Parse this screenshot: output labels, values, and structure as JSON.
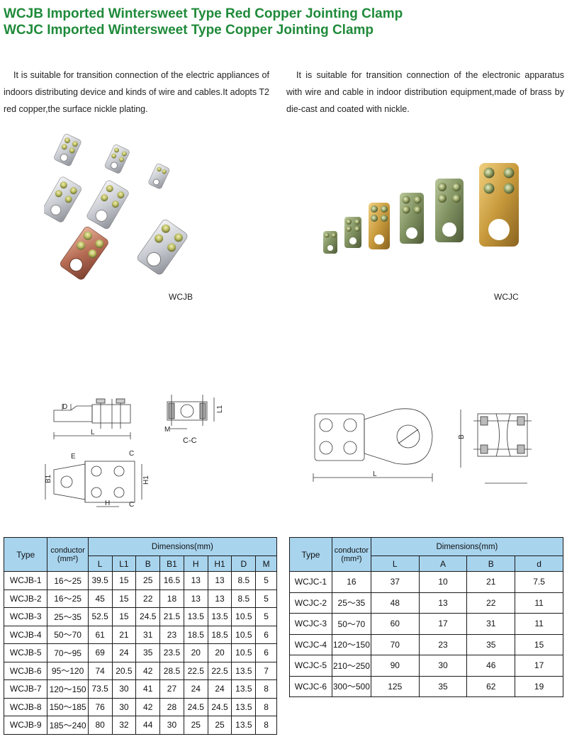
{
  "titles": [
    "WCJB Imported Wintersweet Type Red Copper Jointing Clamp",
    "WCJC Imported Wintersweet Type Copper Jointing Clamp"
  ],
  "wcjb_description": "It is suitable for transition connection of the electric appliances of indoors distributing device and kinds of wire and cables.It adopts T2 red copper,the surface nickle plating.",
  "wcjc_description": "It is suitable for transition connection of the electronic apparatus with wire and cable in indoor distribution equipment,made of brass by die-cast and coated with nickle.",
  "wcjb_caption": "WCJB",
  "wcjc_caption": "WCJC",
  "drawing_labels": {
    "D": "D",
    "L": "L",
    "L1": "L1",
    "M": "M",
    "CC": "C-C",
    "E": "E",
    "C": "C",
    "B1": "B1",
    "H1": "H1",
    "H": "H",
    "B": "B"
  },
  "wcjb_table": {
    "type_header": "Type",
    "conductor_header": "conductor",
    "conductor_unit": "(mm²)",
    "dimensions_header": "Dimensions(mm)",
    "columns": [
      "L",
      "L1",
      "B",
      "B1",
      "H",
      "H1",
      "D",
      "M"
    ],
    "rows": [
      [
        "WCJB-1",
        "16～25",
        "39.5",
        "15",
        "25",
        "16.5",
        "13",
        "13",
        "8.5",
        "5"
      ],
      [
        "WCJB-2",
        "16～25",
        "45",
        "15",
        "22",
        "18",
        "13",
        "13",
        "8.5",
        "5"
      ],
      [
        "WCJB-3",
        "25～35",
        "52.5",
        "15",
        "24.5",
        "21.5",
        "13.5",
        "13.5",
        "10.5",
        "5"
      ],
      [
        "WCJB-4",
        "50～70",
        "61",
        "21",
        "31",
        "23",
        "18.5",
        "18.5",
        "10.5",
        "6"
      ],
      [
        "WCJB-5",
        "70～95",
        "69",
        "24",
        "35",
        "23.5",
        "20",
        "20",
        "10.5",
        "6"
      ],
      [
        "WCJB-6",
        "95～120",
        "74",
        "20.5",
        "42",
        "28.5",
        "22.5",
        "22.5",
        "13.5",
        "7"
      ],
      [
        "WCJB-7",
        "120～150",
        "73.5",
        "30",
        "41",
        "27",
        "24",
        "24",
        "13.5",
        "8"
      ],
      [
        "WCJB-8",
        "150～185",
        "76",
        "30",
        "42",
        "28",
        "24.5",
        "24.5",
        "13.5",
        "8"
      ],
      [
        "WCJB-9",
        "185～240",
        "80",
        "32",
        "44",
        "30",
        "25",
        "25",
        "13.5",
        "8"
      ]
    ]
  },
  "wcjc_table": {
    "type_header": "Type",
    "conductor_header": "conductor",
    "conductor_unit": "(mm²)",
    "dimensions_header": "Dimensions(mm)",
    "columns": [
      "L",
      "A",
      "B",
      "d"
    ],
    "rows": [
      [
        "WCJC-1",
        "16",
        "37",
        "10",
        "21",
        "7.5"
      ],
      [
        "WCJC-2",
        "25～35",
        "48",
        "13",
        "22",
        "11"
      ],
      [
        "WCJC-3",
        "50～70",
        "60",
        "17",
        "31",
        "11"
      ],
      [
        "WCJC-4",
        "120～150",
        "70",
        "23",
        "35",
        "15"
      ],
      [
        "WCJC-5",
        "210～250",
        "90",
        "30",
        "46",
        "17"
      ],
      [
        "WCJC-6",
        "300～500",
        "125",
        "35",
        "62",
        "19"
      ]
    ]
  }
}
